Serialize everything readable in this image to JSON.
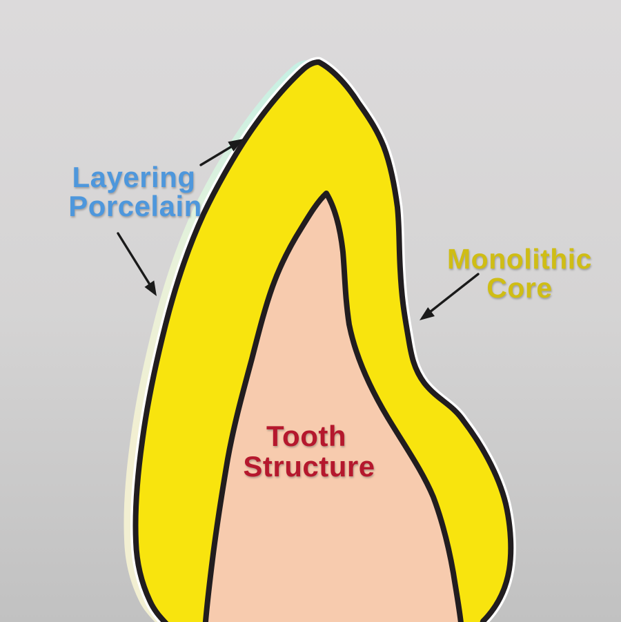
{
  "diagram": {
    "labels": {
      "layering_porcelain": {
        "line1": "Layering",
        "line2": "Porcelain",
        "color": "#4e97dc"
      },
      "monolithic_core": {
        "line1": "Monolithic",
        "line2": "Core",
        "color": "#cfbd15"
      },
      "tooth_structure": {
        "line1": "Tooth",
        "line2": "Structure",
        "color": "#b5182d"
      }
    },
    "colors": {
      "background_top": "#dcdadb",
      "background_mid": "#d5d4d4",
      "background_bottom": "#c1c1c1",
      "crown_yellow": "#f8e40e",
      "tooth_pink": "#f7cbae",
      "outline": "#211d1f",
      "porcelain_top": "#c6f0e4",
      "porcelain_mid": "#e9f1d9",
      "porcelain_bottom": "#f2efd2",
      "halo_white": "#ffffff",
      "arrow": "#1a1a1a"
    }
  }
}
